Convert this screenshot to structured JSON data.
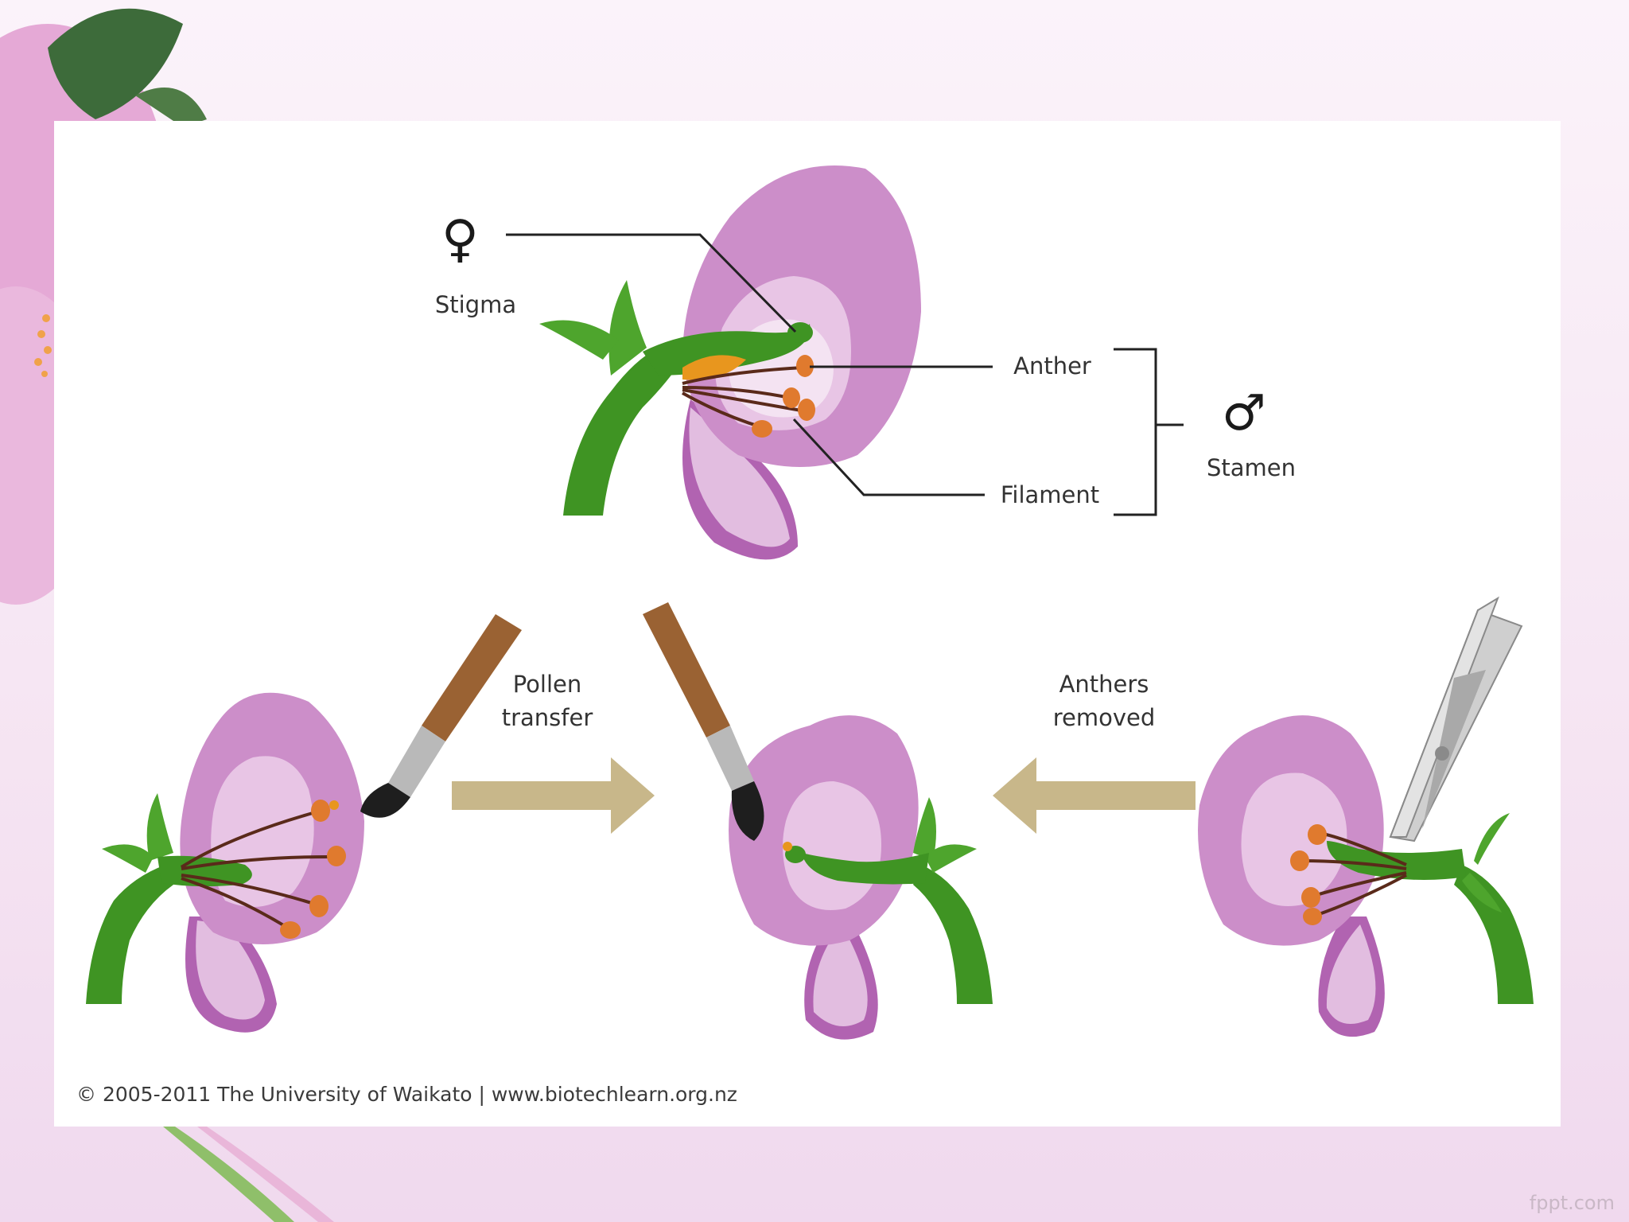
{
  "labels": {
    "female_symbol": "♀",
    "stigma": "Stigma",
    "anther": "Anther",
    "filament": "Filament",
    "male_symbol": "♂",
    "stamen": "Stamen",
    "pollen_transfer": "Pollen\ntransfer",
    "anthers_removed": "Anthers\nremoved"
  },
  "credit": "© 2005-2011 The University of Waikato | www.biotechlearn.org.nz",
  "watermark": "fppt.com",
  "colors": {
    "petal": "#cc8ec9",
    "petal_dark": "#b163b1",
    "petal_inner": "#e8c5e5",
    "petal_center": "#f4e3f2",
    "stem": "#3f9423",
    "anther": "#e07a2e",
    "filament": "#5a2a1a",
    "arrow": "#c8b78a",
    "brush_handle": "#9a6233",
    "scissors": "#c9c9c9"
  }
}
